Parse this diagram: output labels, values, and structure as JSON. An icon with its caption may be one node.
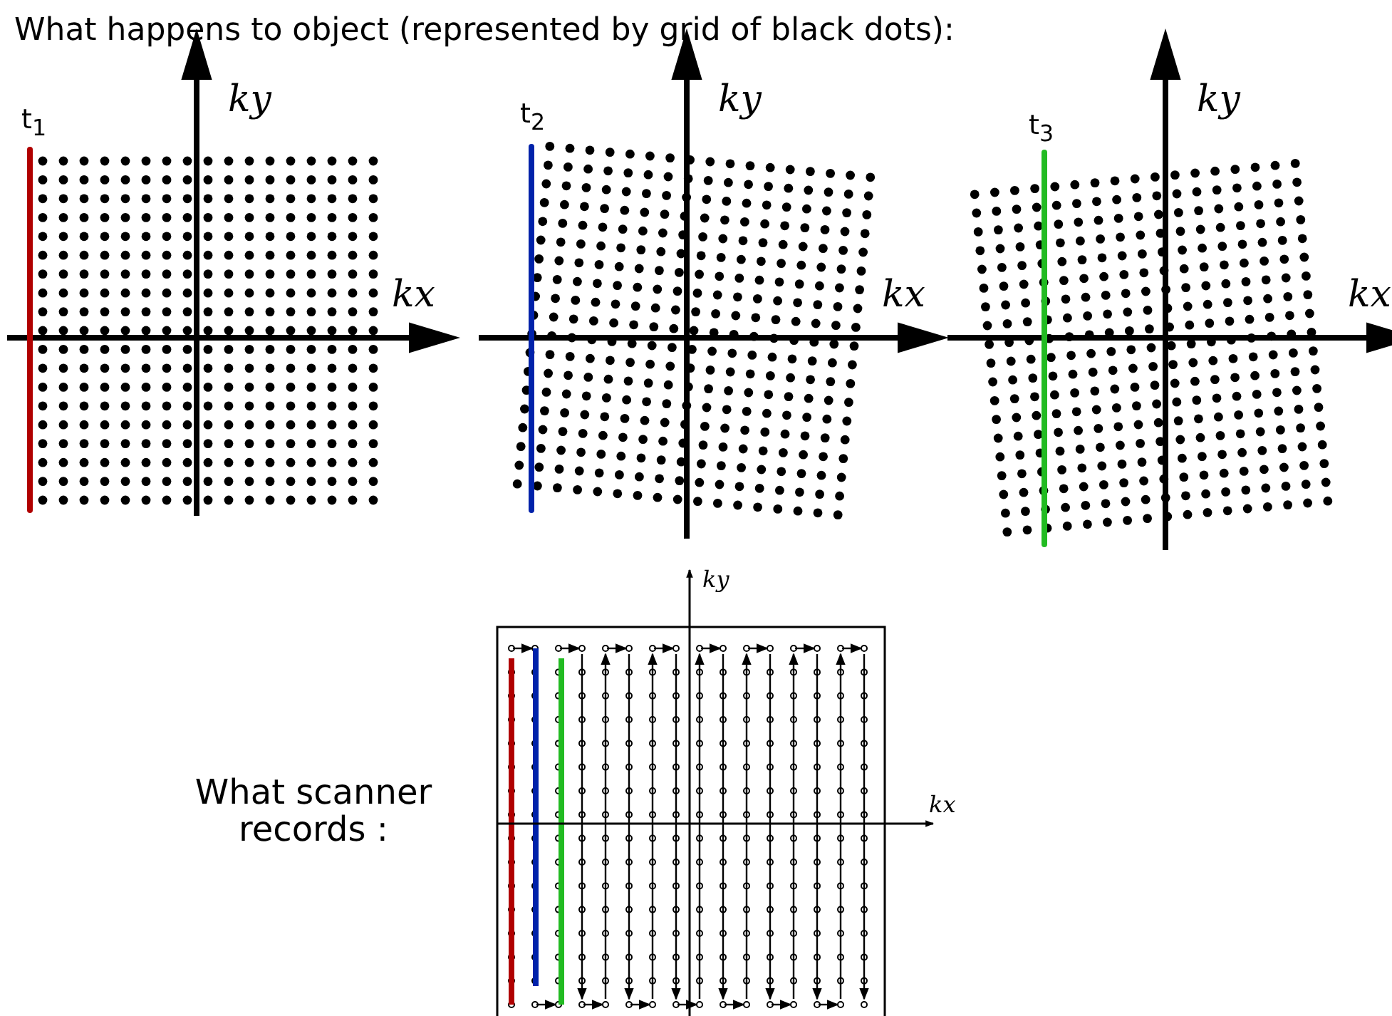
{
  "diagram": {
    "title": "What happens to object (represented by grid of black dots):",
    "labels": [
      "t$_{1}$",
      "ky",
      "t$_{2}$",
      "ky",
      "t$_{3}$",
      "ky",
      "kx",
      "kx",
      "kx",
      "ky",
      "What scanner records :",
      "kx"
    ]
  }
}
